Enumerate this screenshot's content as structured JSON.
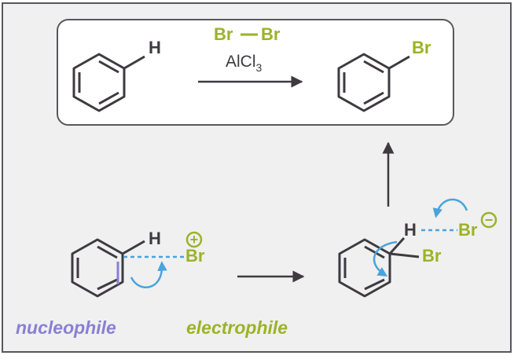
{
  "colors": {
    "frame_bg": "#f0f0f0",
    "frame_border": "#58575c",
    "box_bg": "#ffffff",
    "bond": "#3d3a40",
    "bromine": "#9bb327",
    "curly_arrow": "#4aa3dc",
    "nucleophile": "#8a7fd3",
    "electrophile": "#9bb327",
    "reaction_arrow": "#3d3a40"
  },
  "top_reaction": {
    "reactant_atom": "H",
    "reagent_left": "Br",
    "reagent_right": "Br",
    "catalyst_prefix": "AlCl",
    "catalyst_subscript": "3",
    "product_atom": "Br"
  },
  "mechanism": {
    "h_atom": "H",
    "br_cation": "Br",
    "plus_charge": "+",
    "intermediate_h": "H",
    "intermediate_br": "Br",
    "bromide": "Br",
    "minus_charge": "−",
    "nucleophile_label": "nucleophile",
    "electrophile_label": "electrophile"
  },
  "icons": {
    "curly_arrow_1": "curved-arrow-icon",
    "curly_arrow_2": "curved-arrow-icon",
    "curly_arrow_3": "curved-arrow-icon"
  }
}
